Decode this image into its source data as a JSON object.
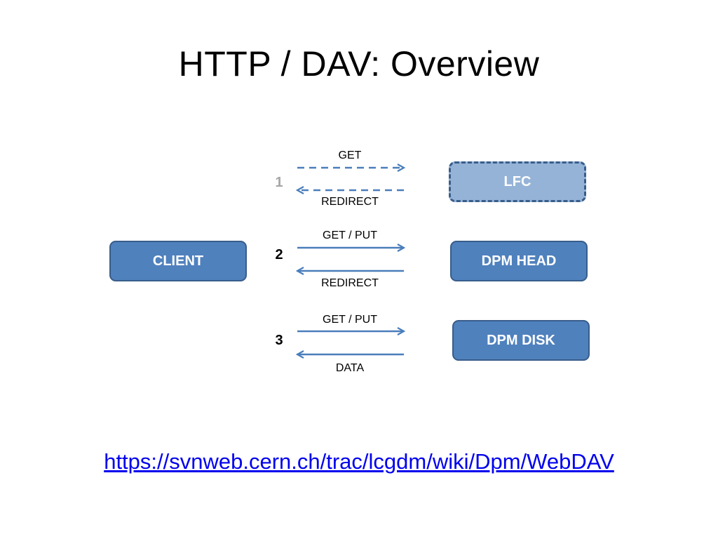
{
  "title": "HTTP / DAV: Overview",
  "nodes": {
    "client": "CLIENT",
    "lfc": "LFC",
    "dpm_head": "DPM HEAD",
    "dpm_disk": "DPM DISK"
  },
  "steps": [
    {
      "number": "1",
      "request": "GET",
      "response": "REDIRECT"
    },
    {
      "number": "2",
      "request": "GET / PUT",
      "response": "REDIRECT"
    },
    {
      "number": "3",
      "request": "GET / PUT",
      "response": "DATA"
    }
  ],
  "colors": {
    "box_fill": "#4f81bd",
    "box_border": "#385d8a",
    "lfc_fill": "#95b3d7",
    "arrow": "#4a7ebb",
    "step1_number": "#a6a6a6"
  },
  "link": "https://svnweb.cern.ch/trac/lcgdm/wiki/Dpm/WebDAV"
}
